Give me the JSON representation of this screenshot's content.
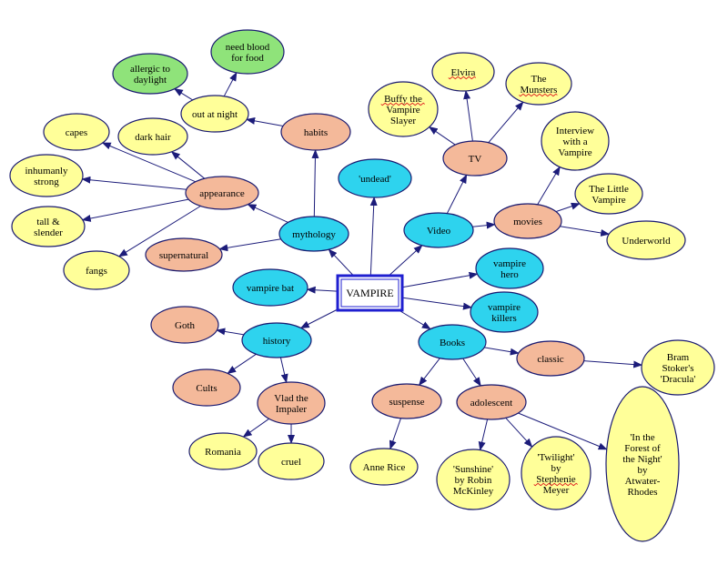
{
  "colors": {
    "center_fill": "#ffffff",
    "center_border": "#1f1fd0",
    "cyan": "#2ed3ee",
    "salmon": "#f4b99a",
    "yellow": "#ffff99",
    "green": "#8fe37a",
    "edge": "#1c1c7a"
  },
  "center": {
    "label": "VAMPIRE"
  },
  "nodes": {
    "undead": {
      "label": "'undead'"
    },
    "vampire_bat": {
      "label": "vampire bat"
    },
    "mythology": {
      "label": "mythology"
    },
    "video": {
      "label": "Video"
    },
    "vampire_hero": {
      "lines": [
        "vampire",
        "hero"
      ]
    },
    "vampire_killers": {
      "lines": [
        "vampire",
        "killers"
      ]
    },
    "history": {
      "label": "history"
    },
    "books": {
      "label": "Books"
    },
    "habits": {
      "label": "habits"
    },
    "appearance": {
      "label": "appearance"
    },
    "supernatural": {
      "label": "supernatural"
    },
    "out_at_night": {
      "label": "out at night"
    },
    "allergic": {
      "lines": [
        "allergic to",
        "daylight"
      ]
    },
    "need_blood": {
      "lines": [
        "need blood",
        "for food"
      ]
    },
    "capes": {
      "label": "capes"
    },
    "dark_hair": {
      "label": "dark hair"
    },
    "strong": {
      "lines": [
        "inhumanly",
        "strong"
      ]
    },
    "tall": {
      "lines": [
        "tall &",
        "slender"
      ]
    },
    "fangs": {
      "label": "fangs"
    },
    "tv": {
      "label": "TV"
    },
    "elvira": {
      "label": "Elvira"
    },
    "munsters": {
      "lines": [
        "The",
        "Munsters"
      ]
    },
    "buffy": {
      "lines": [
        "Buffy the",
        "Vampire",
        "Slayer"
      ]
    },
    "movies": {
      "label": "movies"
    },
    "interview": {
      "lines": [
        "Interview",
        "with a",
        "Vampire"
      ]
    },
    "little_vampire": {
      "lines": [
        "The Little",
        "Vampire"
      ]
    },
    "underworld": {
      "label": "Underworld"
    },
    "goth": {
      "label": "Goth"
    },
    "cults": {
      "label": "Cults"
    },
    "vlad": {
      "lines": [
        "Vlad the",
        "Impaler"
      ]
    },
    "romania": {
      "label": "Romania"
    },
    "cruel": {
      "label": "cruel"
    },
    "classic": {
      "label": "classic"
    },
    "bram": {
      "lines": [
        "Bram",
        "Stoker's",
        "'Dracula'"
      ]
    },
    "suspense": {
      "label": "suspense"
    },
    "adolescent": {
      "label": "adolescent"
    },
    "anne_rice": {
      "label": "Anne Rice"
    },
    "sunshine": {
      "lines": [
        "'Sunshine'",
        "by Robin",
        "McKinley"
      ]
    },
    "twilight": {
      "lines": [
        "'Twilight'",
        "by",
        "Stephenie",
        "Meyer"
      ]
    },
    "forest": {
      "lines": [
        "'In the",
        "Forest of",
        "the Night'",
        "by",
        "Atwater-",
        "Rhodes"
      ]
    }
  }
}
